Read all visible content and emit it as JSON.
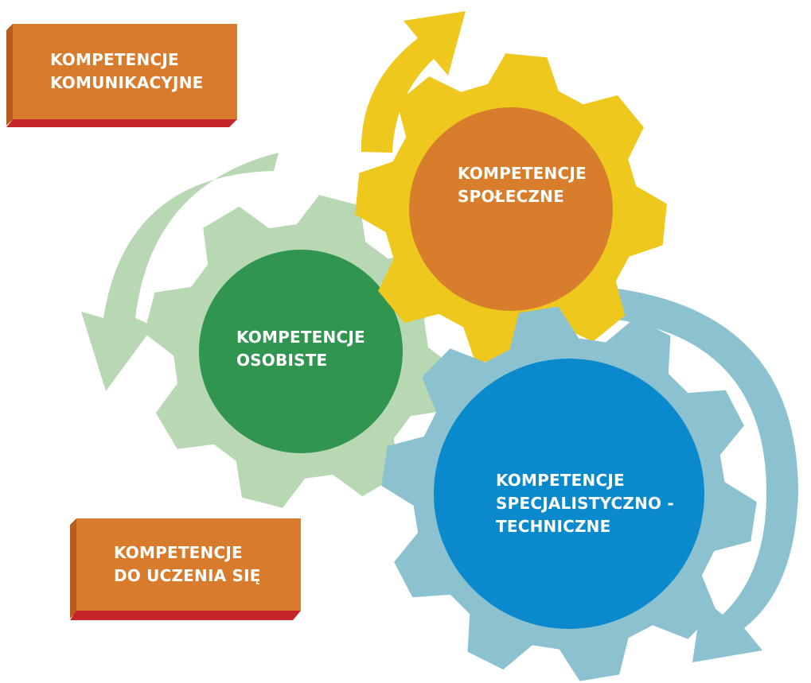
{
  "colors": {
    "orange_box": "#d97b2c",
    "box_side": "#b85b1e",
    "box_bottom": "#c4262b",
    "yellow": "#efc81e",
    "orange_gear": "#d87d2b",
    "pale_green": "#b8d8b3",
    "green": "#30954f",
    "light_blue": "#8cc2d0",
    "blue": "#0a89cd"
  },
  "boxes": [
    {
      "id": "communication",
      "label": "KOMPETENCJE\nKOMUNIKACYJNE"
    },
    {
      "id": "learning",
      "label": "KOMPETENCJE\nDO UCZENIA SIĘ"
    }
  ],
  "gears": [
    {
      "id": "social",
      "label": "KOMPETENCJE\nSPOŁECZNE",
      "icon": "yellow-gear"
    },
    {
      "id": "personal",
      "label": "KOMPETENCJE\nOSOBISTE",
      "icon": "green-gear"
    },
    {
      "id": "technical",
      "label": "KOMPETENCJE\nSPECJALISTYCZNO -\nTECHNICZNE",
      "icon": "blue-gear"
    }
  ],
  "arrows": [
    {
      "id": "yellow",
      "icon": "yellow-curved-arrow"
    },
    {
      "id": "green",
      "icon": "green-curved-arrow"
    },
    {
      "id": "blue",
      "icon": "blue-curved-arrow"
    }
  ]
}
